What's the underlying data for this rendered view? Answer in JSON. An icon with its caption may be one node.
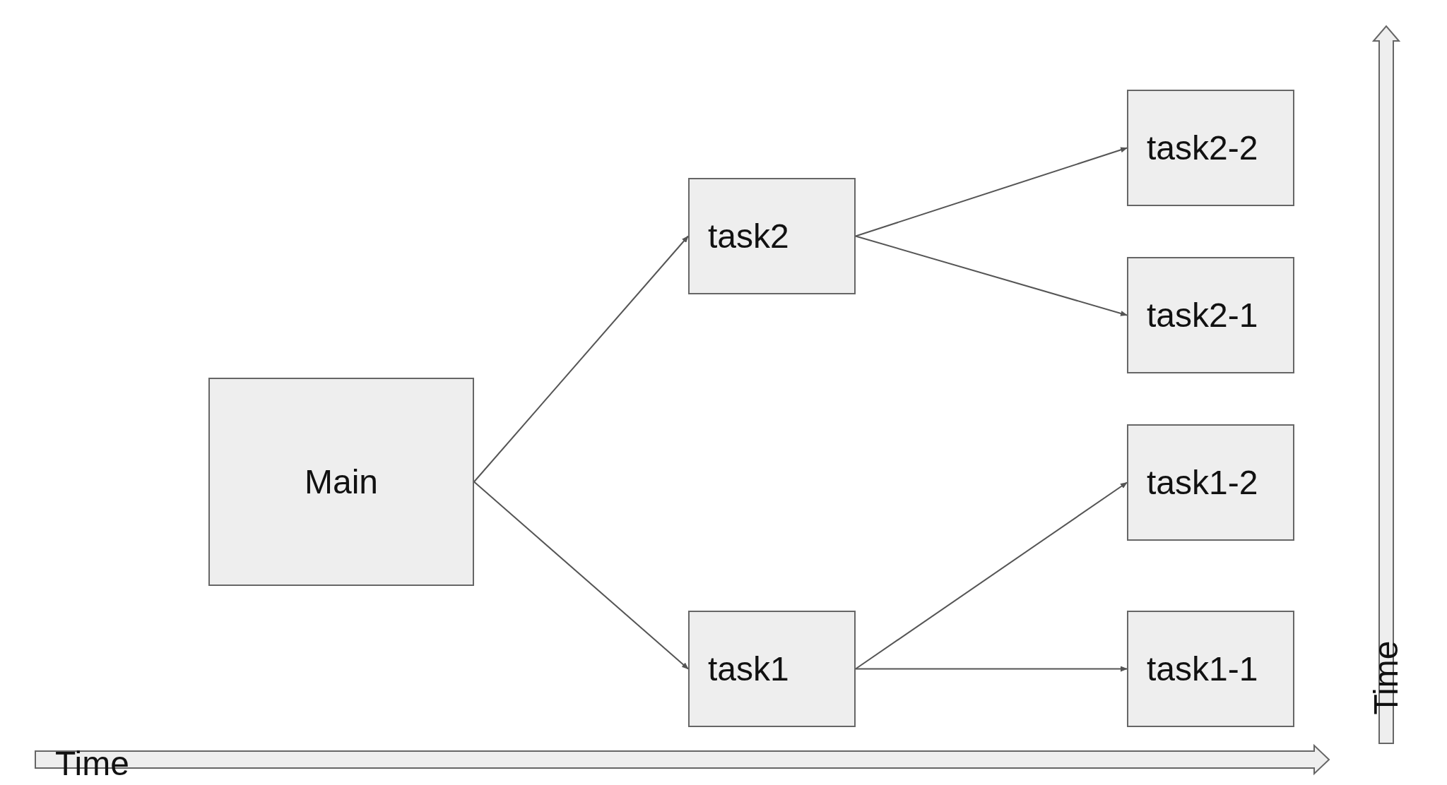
{
  "diagram": {
    "nodes": [
      {
        "text": [
          "Main"
        ]
      },
      {
        "text": [
          "task2"
        ]
      },
      {
        "text": [
          "task1"
        ]
      },
      {
        "text": [
          "task2-2"
        ]
      },
      {
        "text": [
          "task2-1"
        ]
      },
      {
        "text": [
          "task1-2"
        ]
      },
      {
        "text": [
          "task1-1"
        ]
      }
    ],
    "edges": [
      {
        "from": 0,
        "to": 1,
        "arrow": "to"
      },
      {
        "from": 0,
        "to": 2,
        "arrow": "to"
      },
      {
        "from": 1,
        "to": 3,
        "arrow": "to"
      },
      {
        "from": 1,
        "to": 4,
        "arrow": "to"
      },
      {
        "from": 2,
        "to": 5,
        "arrow": "to"
      },
      {
        "from": 2,
        "to": 6,
        "arrow": "to"
      }
    ],
    "labels": [
      "Time",
      "Time"
    ]
  }
}
